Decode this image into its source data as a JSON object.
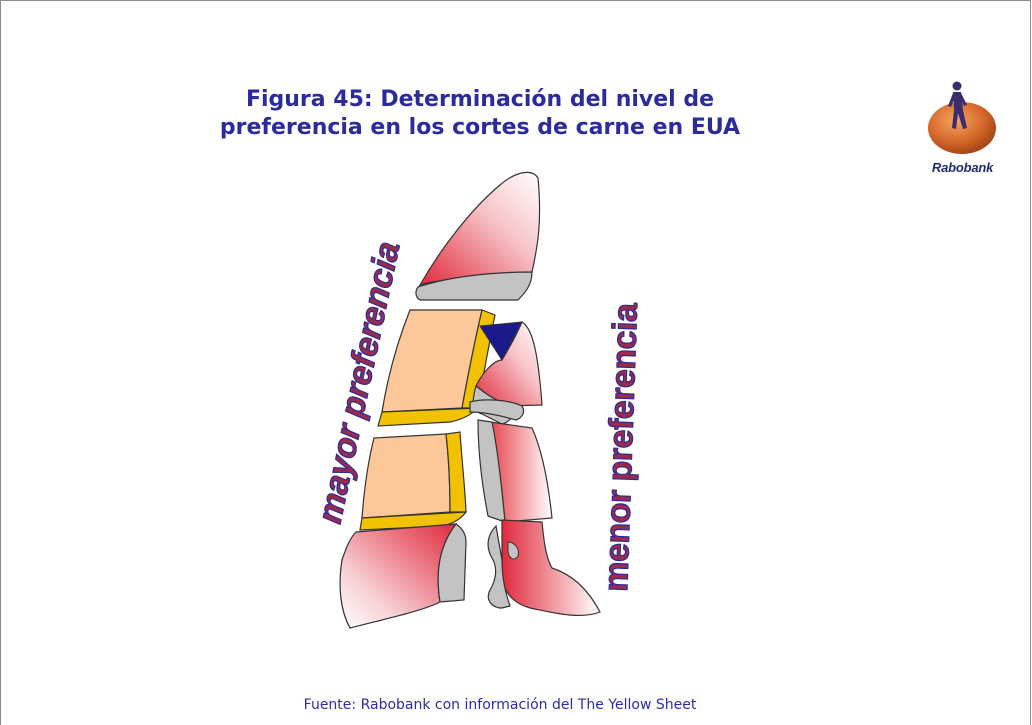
{
  "figure": {
    "title_line1": "Figura 45: Determinación del nivel de",
    "title_line2": "preferencia en los cortes de carne en EUA",
    "label_left": "mayor preferencia",
    "label_right": "menor preferencia",
    "source": "Fuente: Rabobank con información del The Yellow Sheet"
  },
  "logo": {
    "brand": "Rabobank",
    "icon": "rabobank-logo-icon"
  },
  "colors": {
    "title": "#2b2b9e",
    "label_fill": "#9b2b46",
    "label_stroke": "#2b2b9e",
    "cut_red": "#e8454f",
    "cut_peach": "#fcc89a",
    "cut_yellow": "#f2c200",
    "cut_gray": "#c3c3c3",
    "cut_navy": "#1a1a8c"
  }
}
